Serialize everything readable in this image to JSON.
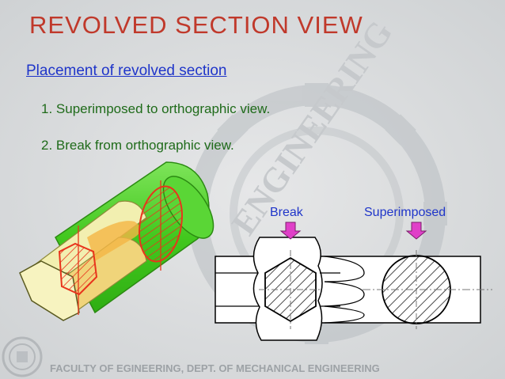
{
  "title": "REVOLVED  SECTION  VIEW",
  "subtitle": "Placement of revolved section",
  "items": [
    "1. Superimposed to orthographic view.",
    "2. Break from orthographic view."
  ],
  "labels": {
    "break": "Break",
    "superimposed": "Superimposed"
  },
  "footer": "FACULTY  OF EGINEERING, DEPT. OF MECHANICAL ENGINEERING",
  "watermark": "ENGINEERING",
  "colors": {
    "title": "#c0392b",
    "subtitle": "#1f35c9",
    "items": "#1f6b1a",
    "labels": "#1f35c9",
    "arrow": "#e040c8",
    "shaft_green": "#4fd62a",
    "shaft_yellow": "#f2efb0",
    "section_red": "#e8341c"
  },
  "icons": [
    "gear-watermark-icon",
    "university-seal-icon",
    "down-arrow-icon"
  ]
}
